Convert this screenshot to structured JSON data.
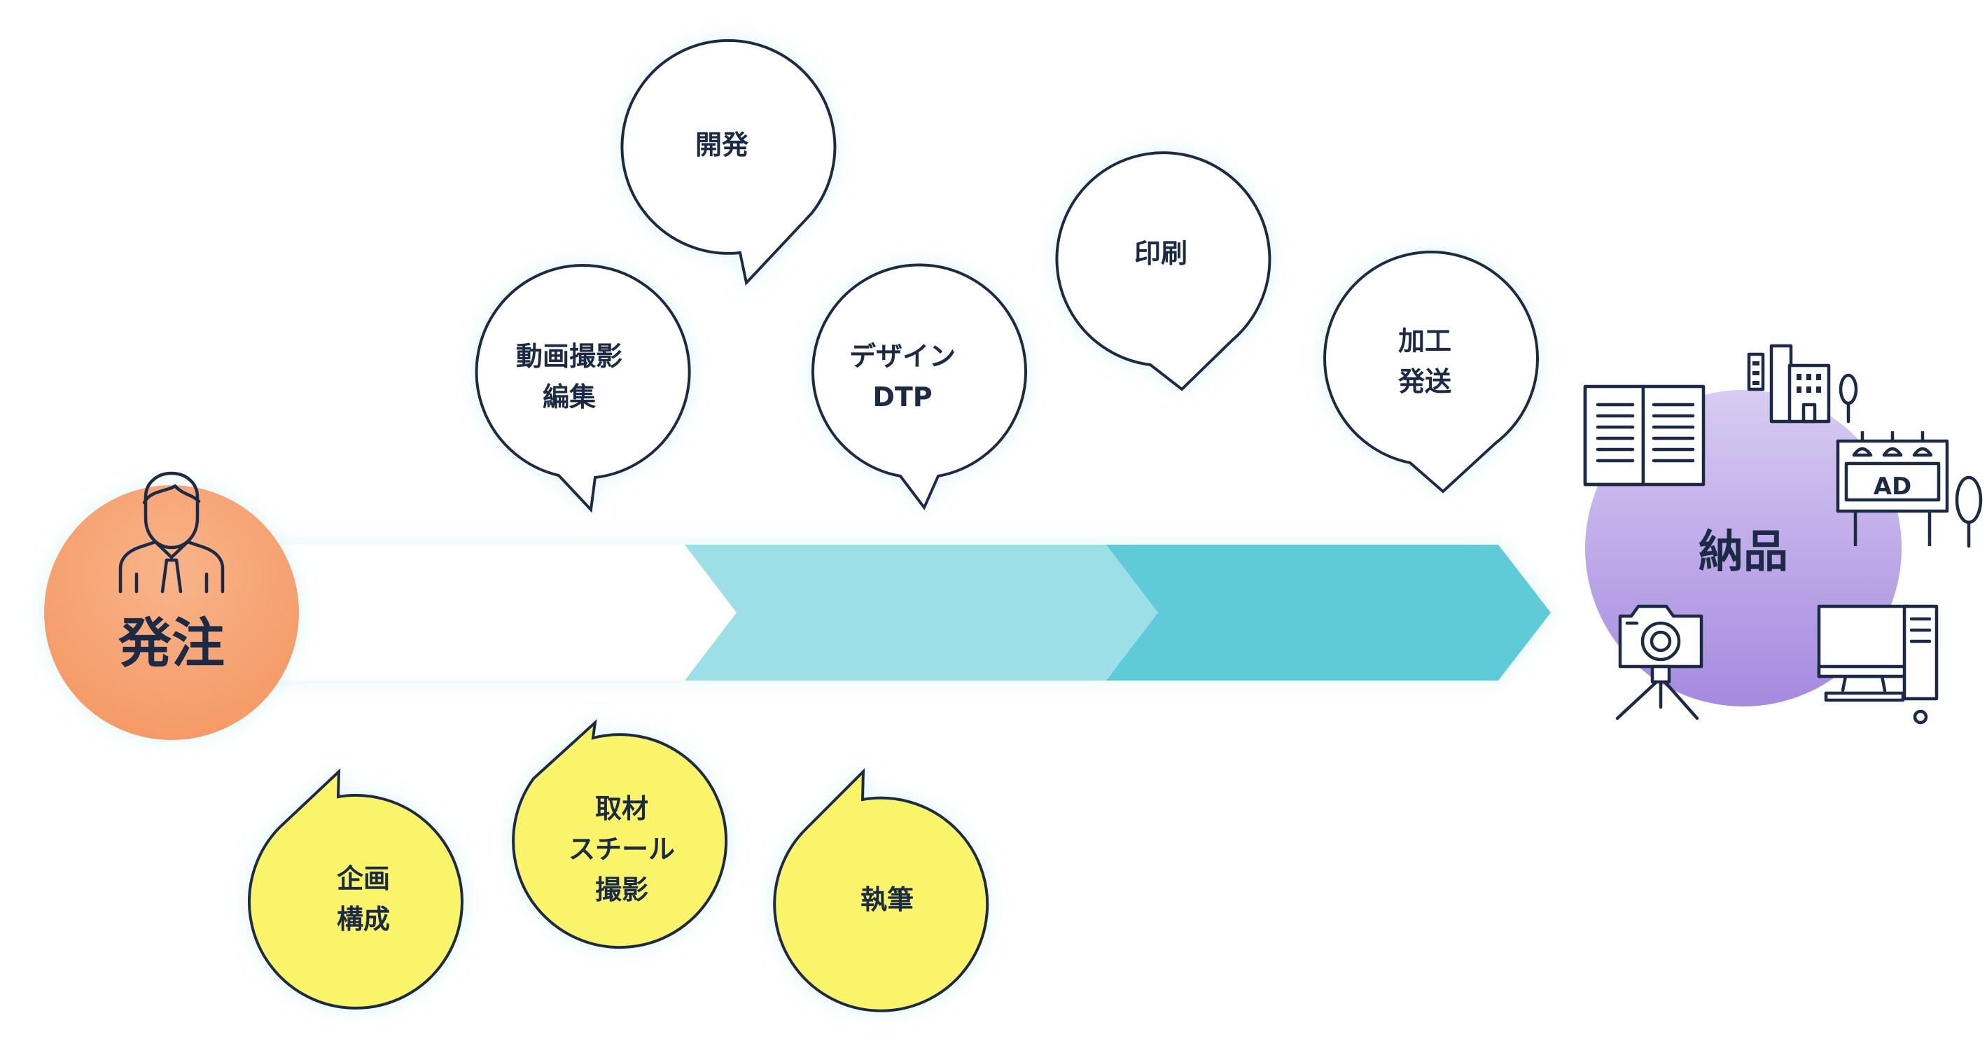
{
  "start": {
    "label": "発注"
  },
  "end": {
    "label": "納品"
  },
  "upper_bubbles": [
    {
      "lines": [
        "開発"
      ]
    },
    {
      "lines": [
        "動画撮影",
        "編集"
      ]
    },
    {
      "lines": [
        "デザイン",
        "DTP"
      ]
    },
    {
      "lines": [
        "印刷"
      ]
    },
    {
      "lines": [
        "加工",
        "発送"
      ]
    }
  ],
  "lower_bubbles": [
    {
      "lines": [
        "企画",
        "構成"
      ]
    },
    {
      "lines": [
        "取材",
        "スチール",
        "撮影"
      ]
    },
    {
      "lines": [
        "執筆"
      ]
    }
  ],
  "deliverable_icons": {
    "billboard_text": "AD",
    "items": [
      "open-book-icon",
      "building-icon",
      "tree-icon",
      "billboard-icon",
      "camera-on-tripod-icon",
      "desktop-computer-icon"
    ]
  },
  "colors": {
    "ink": "#1b2a45",
    "start_circle": "#f6a06e",
    "end_circle": "#b5a2e6",
    "lower_bubble_fill": "#f9f46a",
    "upper_bubble_fill": "#ffffff",
    "arrow_light": "#9ddfe6",
    "arrow_dark": "#61cbd8"
  }
}
